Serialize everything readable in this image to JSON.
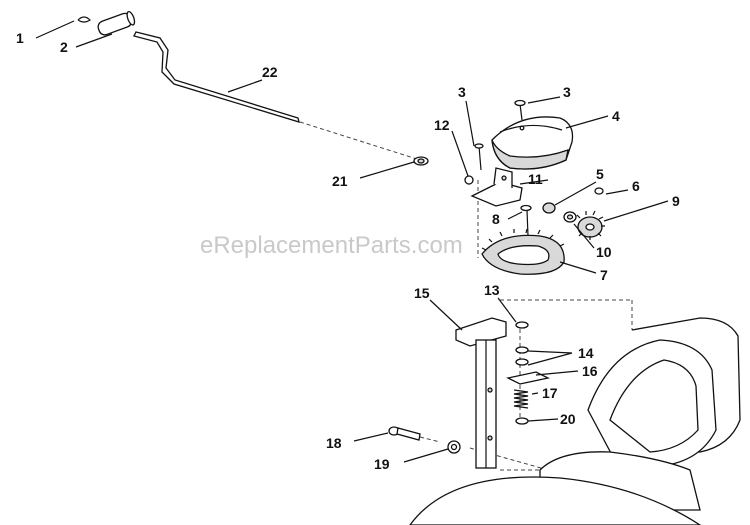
{
  "watermark": "eReplacementParts.com",
  "callouts": [
    {
      "id": "c1",
      "text": "1"
    },
    {
      "id": "c2",
      "text": "2"
    },
    {
      "id": "c22",
      "text": "22"
    },
    {
      "id": "c3a",
      "text": "3"
    },
    {
      "id": "c3b",
      "text": "3"
    },
    {
      "id": "c4",
      "text": "4"
    },
    {
      "id": "c12",
      "text": "12"
    },
    {
      "id": "c21",
      "text": "21"
    },
    {
      "id": "c11",
      "text": "11"
    },
    {
      "id": "c5",
      "text": "5"
    },
    {
      "id": "c6",
      "text": "6"
    },
    {
      "id": "c9",
      "text": "9"
    },
    {
      "id": "c8",
      "text": "8"
    },
    {
      "id": "c10",
      "text": "10"
    },
    {
      "id": "c7",
      "text": "7"
    },
    {
      "id": "c15",
      "text": "15"
    },
    {
      "id": "c13",
      "text": "13"
    },
    {
      "id": "c14",
      "text": "14"
    },
    {
      "id": "c16",
      "text": "16"
    },
    {
      "id": "c17",
      "text": "17"
    },
    {
      "id": "c20",
      "text": "20"
    },
    {
      "id": "c18",
      "text": "18"
    },
    {
      "id": "c19",
      "text": "19"
    }
  ]
}
